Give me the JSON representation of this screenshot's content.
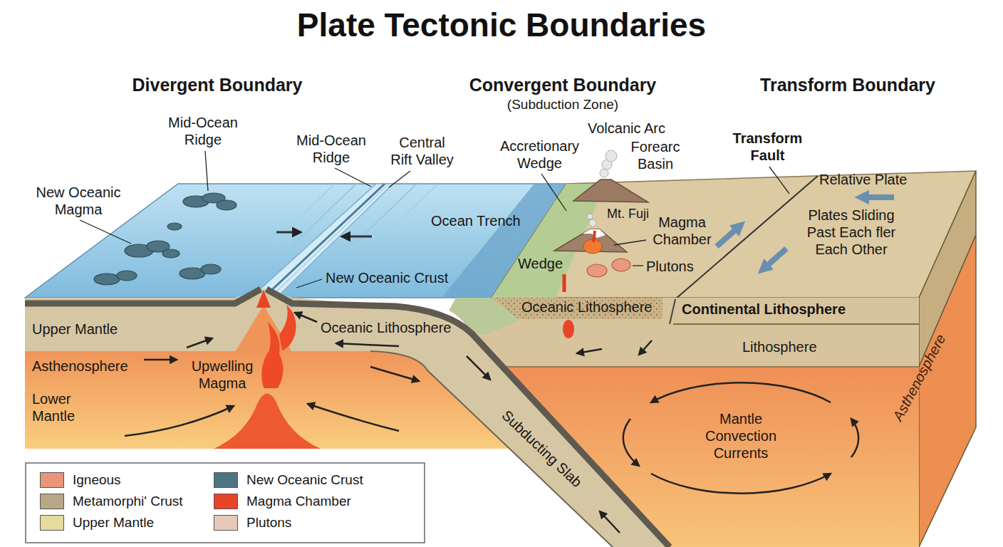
{
  "diagram": {
    "title": "Plate Tectonic Boundaries",
    "labels": [
      "Divergent Boundary",
      "Convergent Boundary",
      "(Subduction Zone)",
      "Transform Boundary",
      "Mid-Ocean Ridge",
      "New Oceanic Magma",
      "Mid-Ocean Ridge",
      "Central Rift Valley",
      "Accretionary Wedge",
      "Volcanic Arc",
      "Forearc Basin",
      "Transform Fault",
      "Relative Plate",
      "Plates Sliding Past Each fler Each Other",
      "Ocean Trench",
      "Mt. Fuji",
      "Magma Chamber",
      "Plutons",
      "Wedge",
      "New Oceanic Crust",
      "Oceanic Lithosphere",
      "Continental Lithosphere",
      "Upper Mantle",
      "Oceanic Lithosphere",
      "Asthenosphere",
      "Upwelling Magma",
      "Lower Mantle",
      "Lithosphere",
      "Asthenosphere",
      "Subducting Slab",
      "Mantle Convection Currents"
    ],
    "legend": [
      {
        "text": "Igneous",
        "color": "#e8967a"
      },
      {
        "text": "Metamorphi' Crust",
        "color": "#b8a888"
      },
      {
        "text": "Upper Mantle",
        "color": "#e3dc9c"
      },
      {
        "text": "New Oceanic Crust",
        "color": "#4e7482"
      },
      {
        "text": "Magma Chamber",
        "color": "#e8442a"
      },
      {
        "text": "Plutons",
        "color": "#e8c9b8"
      }
    ]
  }
}
